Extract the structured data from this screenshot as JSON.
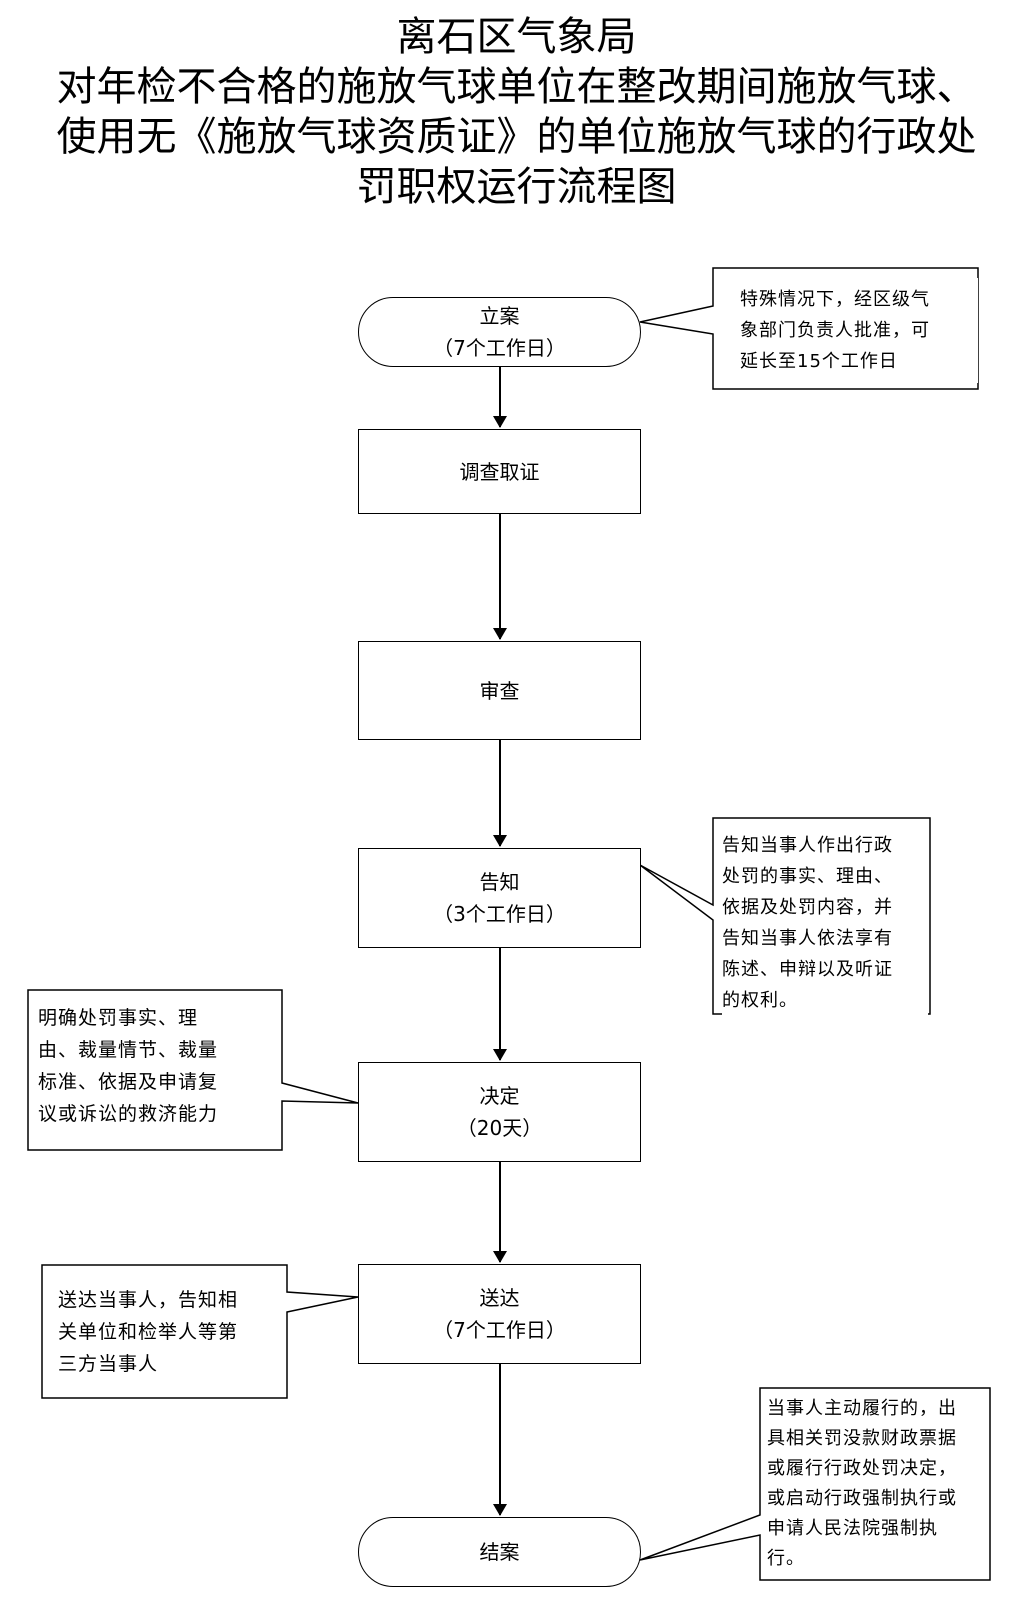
{
  "title": {
    "lines": [
      "离石区气象局",
      "对年检不合格的施放气球单位在整改期间施放气球、",
      "使用无《施放气球资质证》的单位施放气球的行政处",
      "罚职权运行流程图"
    ]
  },
  "nodes": [
    {
      "id": "lian",
      "label": "立案",
      "sub": "（7个工作日）"
    },
    {
      "id": "diaocha",
      "label": "调查取证",
      "sub": ""
    },
    {
      "id": "shencha",
      "label": "审查",
      "sub": ""
    },
    {
      "id": "gaozhi",
      "label": "告知",
      "sub": "（3个工作日）"
    },
    {
      "id": "jueding",
      "label": "决定",
      "sub": "（20天）"
    },
    {
      "id": "songda",
      "label": "送达",
      "sub": "（7个工作日）"
    },
    {
      "id": "jiean",
      "label": "结案",
      "sub": ""
    }
  ],
  "notes": {
    "lian": [
      "特殊情况下，经区级气",
      "象部门负责人批准，可",
      "延长至15个工作日"
    ],
    "gaozhi": [
      "告知当事人作出行政",
      "处罚的事实、理由、",
      "依据及处罚内容，并",
      "告知当事人依法享有",
      "陈述、申辩以及听证",
      "的权利。"
    ],
    "jueding": [
      "明确处罚事实、理",
      "由、裁量情节、裁量",
      "标准、依据及申请复",
      "议或诉讼的救济能力"
    ],
    "songda": [
      "送达当事人，告知相",
      "关单位和检举人等第",
      "三方当事人"
    ],
    "jiean": [
      "当事人主动履行的，出",
      "具相关罚没款财政票据",
      "或履行行政处罚决定，",
      "或启动行政强制执行或",
      "申请人民法院强制执",
      "行。"
    ]
  }
}
